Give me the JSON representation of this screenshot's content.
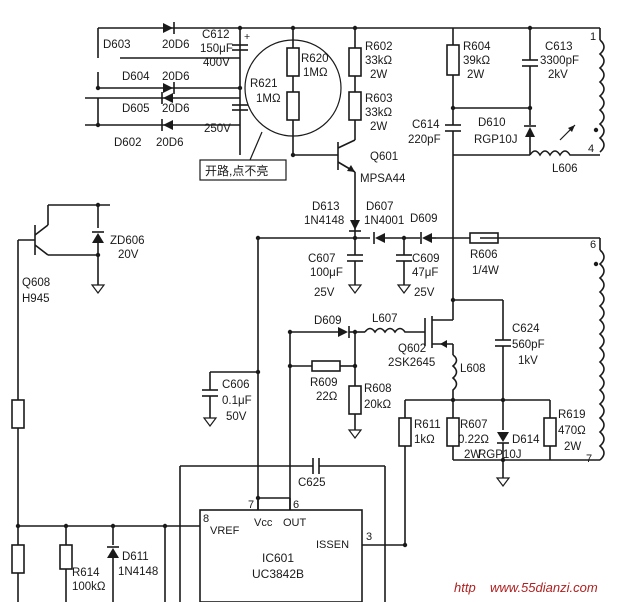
{
  "chart_data": {
    "type": "diagram",
    "kind": "circuit_schematic",
    "components": [
      {
        "ref": "D603",
        "value": "20D6"
      },
      {
        "ref": "D604",
        "value": "20D6"
      },
      {
        "ref": "D605",
        "value": "20D6"
      },
      {
        "ref": "D602",
        "value": "20D6"
      },
      {
        "ref": "C612",
        "value": "150μF",
        "rating": "400V"
      },
      {
        "ref": "R620",
        "value": "1MΩ"
      },
      {
        "ref": "R621",
        "value": "1MΩ"
      },
      {
        "ref": "R602",
        "value": "33kΩ",
        "rating": "2W"
      },
      {
        "ref": "R603",
        "value": "33kΩ",
        "rating": "2W"
      },
      {
        "ref": "R604",
        "value": "39kΩ",
        "rating": "2W"
      },
      {
        "ref": "C613",
        "value": "3300pF",
        "rating": "2kV"
      },
      {
        "ref": "C614",
        "value": "220pF"
      },
      {
        "ref": "D610",
        "value": "RGP10J"
      },
      {
        "ref": "L606",
        "value": ""
      },
      {
        "ref": "Q601",
        "value": "MPSA44"
      },
      {
        "ref": "D613",
        "value": "1N4148"
      },
      {
        "ref": "D607",
        "value": "1N4001"
      },
      {
        "ref": "D609",
        "value": ""
      },
      {
        "ref": "C607",
        "value": "100μF",
        "rating": "25V"
      },
      {
        "ref": "C609",
        "value": "47μF",
        "rating": "25V"
      },
      {
        "ref": "R606",
        "value": "1/4W"
      },
      {
        "ref": "ZD606",
        "value": "20V"
      },
      {
        "ref": "Q608",
        "value": "H945"
      },
      {
        "ref": "L607",
        "value": ""
      },
      {
        "ref": "Q602",
        "value": "2SK2645"
      },
      {
        "ref": "C624",
        "value": "560pF",
        "rating": "1kV"
      },
      {
        "ref": "C606",
        "value": "0.1μF",
        "rating": "50V"
      },
      {
        "ref": "R609",
        "value": "22Ω"
      },
      {
        "ref": "R608",
        "value": "20kΩ"
      },
      {
        "ref": "L608",
        "value": ""
      },
      {
        "ref": "R611",
        "value": "1kΩ"
      },
      {
        "ref": "R607",
        "value": "0.22Ω",
        "rating": "2W"
      },
      {
        "ref": "D614",
        "value": "RGP10J"
      },
      {
        "ref": "R619",
        "value": "470Ω",
        "rating": "2W"
      },
      {
        "ref": "C625",
        "value": ""
      },
      {
        "ref": "R614",
        "value": "100kΩ"
      },
      {
        "ref": "D611",
        "value": "1N4148"
      },
      {
        "ref": "IC601",
        "value": "UC3842B"
      }
    ]
  },
  "labels": {
    "d603": "D603",
    "d604": "D604",
    "d605": "D605",
    "d602": "D602",
    "d603v": "20D6",
    "d604v": "20D6",
    "d605v": "20D6",
    "d602v": "20D6",
    "c612": "C612",
    "c612v": "150μF",
    "c612r": "400V",
    "v250": "250V",
    "r620": "R620",
    "r620v": "1MΩ",
    "r621": "R621",
    "r621v": "1MΩ",
    "r602": "R602",
    "r602v": "33kΩ",
    "r602r": "2W",
    "r603": "R603",
    "r603v": "33kΩ",
    "r603r": "2W",
    "r604": "R604",
    "r604v": "39kΩ",
    "r604r": "2W",
    "c613": "C613",
    "c613v": "3300pF",
    "c613r": "2kV",
    "c614": "C614",
    "c614v": "220pF",
    "d610": "D610",
    "d610v": "RGP10J",
    "l606": "L606",
    "q601": "Q601",
    "q601v": "MPSA44",
    "d613": "D613",
    "d613v": "1N4148",
    "d607": "D607",
    "d607v": "1N4001",
    "d609a": "D609",
    "d609b": "D609",
    "c607": "C607",
    "c607v": "100μF",
    "c607r": "25V",
    "c609": "C609",
    "c609v": "47μF",
    "c609r": "25V",
    "r606": "R606",
    "r606v": "1/4W",
    "zd606": "ZD606",
    "zd606v": "20V",
    "q608": "Q608",
    "q608v": "H945",
    "l607": "L607",
    "q602": "Q602",
    "q602v": "2SK2645",
    "c624": "C624",
    "c624v": "560pF",
    "c624r": "1kV",
    "c606": "C606",
    "c606v": "0.1μF",
    "c606r": "50V",
    "r609": "R609",
    "r609v": "22Ω",
    "r608": "R608",
    "r608v": "20kΩ",
    "l608": "L608",
    "r611": "R611",
    "r611v": "1kΩ",
    "r607": "R607",
    "r607v": "0.22Ω",
    "r607r": "2W",
    "d614": "D614",
    "d614v": "RGP10J",
    "r619": "R619",
    "r619v": "470Ω",
    "r619r": "2W",
    "c625": "C625",
    "r614": "R614",
    "r614v": "100kΩ",
    "d611": "D611",
    "d611v": "1N4148",
    "ic": "IC601",
    "icv": "UC3842B",
    "vref": "VREF",
    "vcc": "Vcc",
    "out": "OUT",
    "issen": "ISSEN",
    "pin7": "7",
    "pin6": "6",
    "pin8": "8",
    "pin3": "3",
    "t1": "1",
    "t4": "4",
    "t6": "6",
    "t7": "7",
    "note": "开路,点不亮",
    "watermark": "www.55dianzi.com",
    "wm_prefix": "http"
  }
}
